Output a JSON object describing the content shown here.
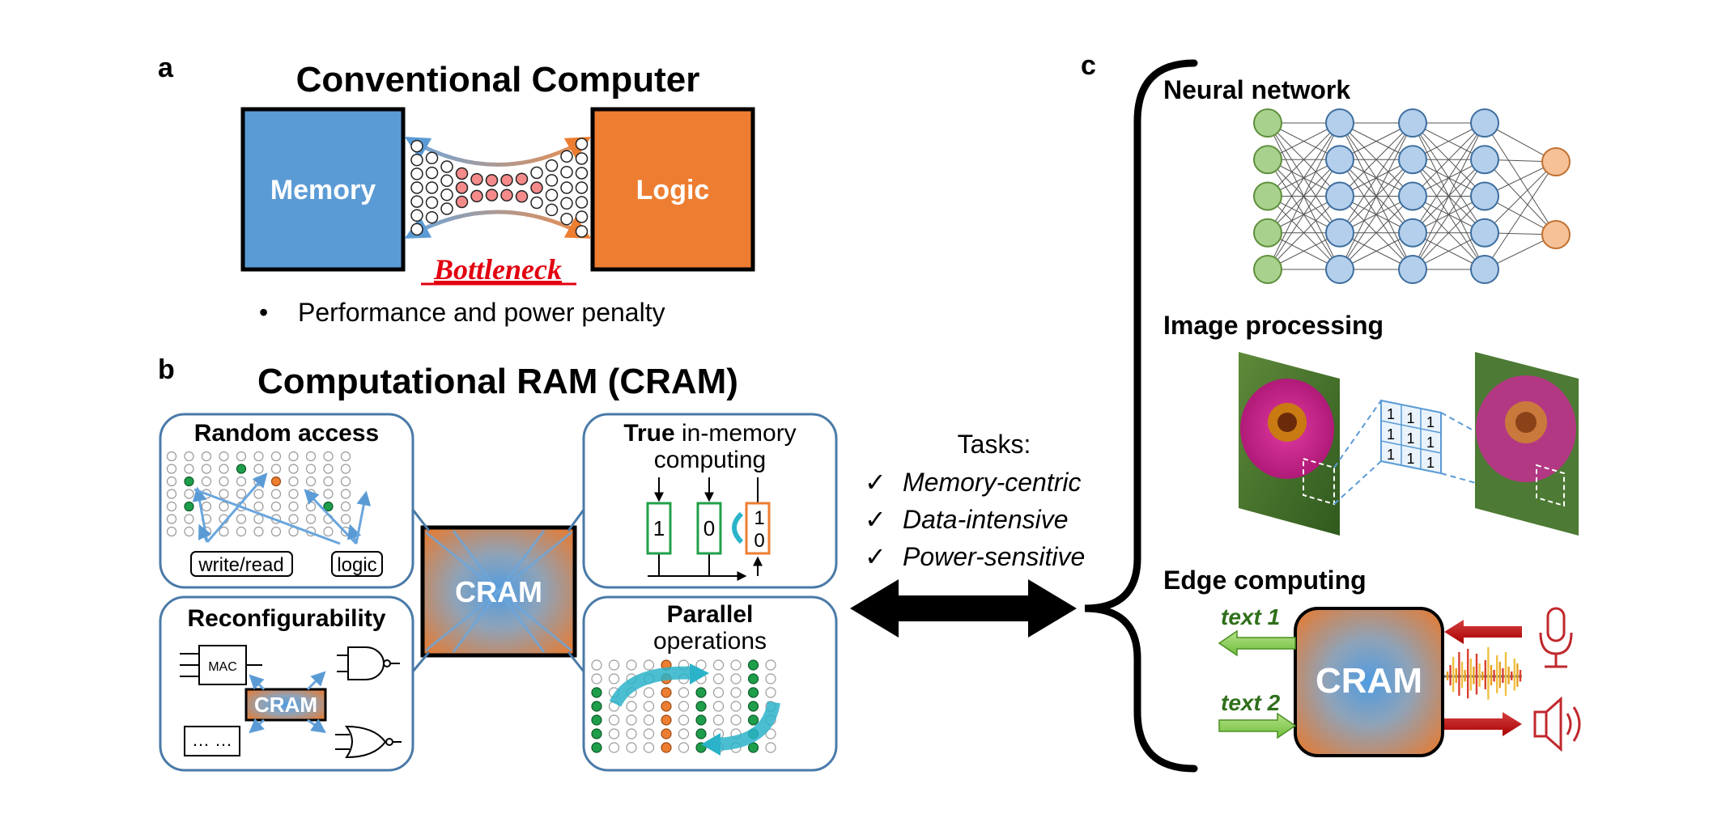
{
  "panel_a": {
    "letter": "a",
    "title": "Conventional Computer",
    "memory_label": "Memory",
    "logic_label": "Logic",
    "bottleneck_label": "Bottleneck",
    "bullet": "•",
    "bullet_text": "Performance and power penalty",
    "colors": {
      "memory": "#5b9bd5",
      "logic": "#ed7d31",
      "bottleneck": "#e3000f"
    }
  },
  "panel_b": {
    "letter": "b",
    "title": "Computational RAM (CRAM)",
    "center_label": "CRAM",
    "random_access": {
      "title": "Random access",
      "write_read": "write/read",
      "logic": "logic"
    },
    "true_imc": {
      "title_bold": "True",
      "title_rest": " in-memory",
      "title_line2": "computing",
      "bit1": "1",
      "bit2": "0",
      "bit3_top": "1",
      "bit3_bottom": "0"
    },
    "reconfig": {
      "title": "Reconfigurability",
      "mac": "MAC",
      "cram": "CRAM",
      "dots": "…  …"
    },
    "parallel": {
      "title_line1": "Parallel",
      "title_line2": "operations"
    }
  },
  "tasks": {
    "heading": "Tasks:",
    "check": "✓",
    "items": [
      "Memory-centric",
      "Data-intensive",
      "Power-sensitive"
    ]
  },
  "panel_c": {
    "letter": "c",
    "neural_network": {
      "title": "Neural network"
    },
    "image_processing": {
      "title": "Image processing",
      "kernel": [
        "1",
        "1",
        "1",
        "1",
        "1",
        "1",
        "1",
        "1",
        "1"
      ]
    },
    "edge_computing": {
      "title": "Edge computing",
      "cram": "CRAM",
      "text1": "text 1",
      "text2": "text 2"
    },
    "icons": [
      "microphone-icon",
      "speaker-icon",
      "audio-waveform-icon"
    ]
  }
}
